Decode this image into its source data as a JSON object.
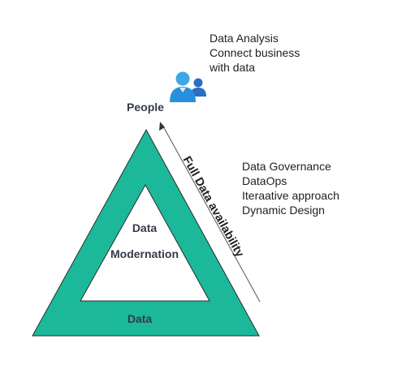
{
  "people": {
    "label": "People",
    "notes": [
      "Data Analysis",
      "Connect business",
      "with data"
    ]
  },
  "axis": {
    "label": "Full Data availability"
  },
  "practices": {
    "items": [
      "Data Governance",
      "DataOps",
      "Iteraative approach",
      "Dynamic Design"
    ]
  },
  "triangle": {
    "inner_line1": "Data",
    "inner_line2": "Modernation",
    "base_label": "Data",
    "fill_color": "#1bb99a"
  },
  "icon": {
    "name": "people-group-icon",
    "color": "#1f8fd6"
  }
}
